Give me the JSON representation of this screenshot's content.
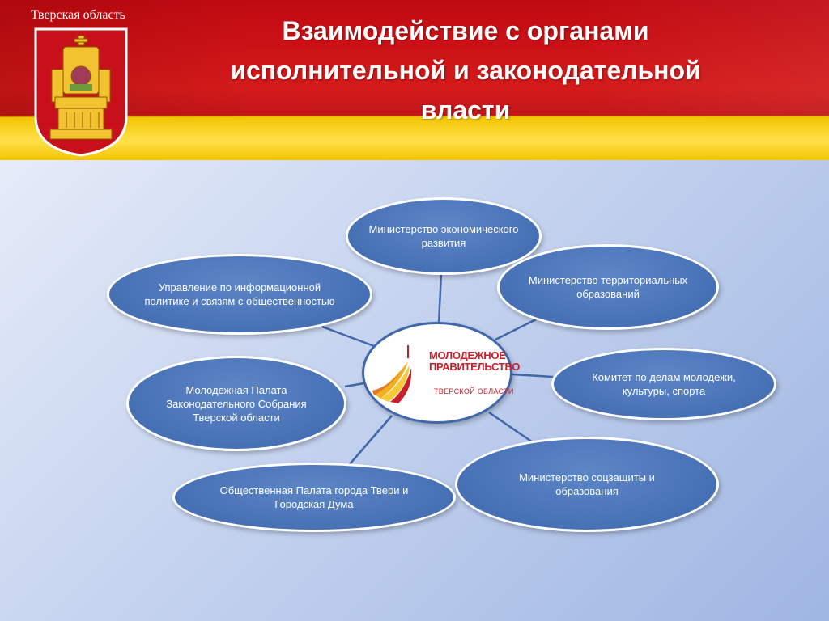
{
  "header": {
    "region_name": "Тверская область",
    "title_lines": [
      "Взаимодействие с органами",
      "исполнительной и законодательной",
      "власти"
    ]
  },
  "center": {
    "logo_line1": "МОЛОДЕЖНОЕ",
    "logo_line2": "ПРАВИТЕЛЬСТВО",
    "logo_sub": "ТВЕРСКОЙ ОБЛАСТИ"
  },
  "nodes": {
    "economic": "Министерство экономического развития",
    "territorial": "Министерство территориальных образований",
    "info_policy": "Управление по информационной политике и связям с общественностью",
    "youth_committee": "Комитет по делам молодежи, культуры, спорта",
    "youth_chamber": "Молодежная Палата Законодательного Собрания Тверской области",
    "social_protection": "Министерство соцзащиты и образования",
    "public_chamber": "Общественная Палата города Твери и Городская Дума"
  },
  "colors": {
    "header_red": "#c8101a",
    "header_yellow": "#ffd800",
    "node_blue": "#4a74b8",
    "connector": "#3f67aa",
    "logo_red": "#c8202b"
  }
}
